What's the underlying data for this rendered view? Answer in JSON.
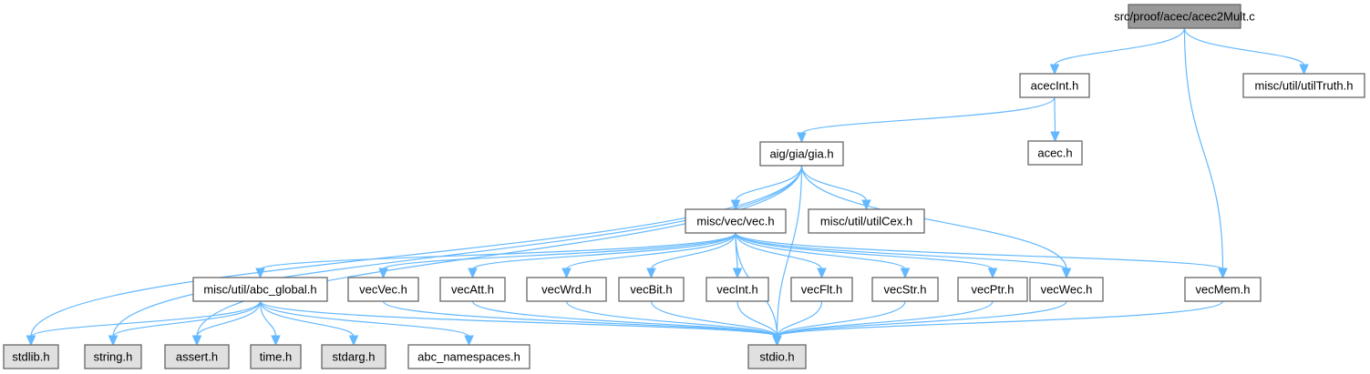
{
  "graph": {
    "type": "include-dependency-graph",
    "colors": {
      "root_fill": "#999999",
      "node_fill": "#ffffff",
      "system_fill": "#e0e0e0",
      "node_stroke": "#666666",
      "edge": "#63b8ff"
    },
    "nodes": [
      {
        "id": "root",
        "label": "src/proof/acec/acec2Mult.c",
        "kind": "root"
      },
      {
        "id": "acecInt",
        "label": "acecInt.h",
        "kind": "local"
      },
      {
        "id": "utilTruth",
        "label": "misc/util/utilTruth.h",
        "kind": "local"
      },
      {
        "id": "acec",
        "label": "acec.h",
        "kind": "local"
      },
      {
        "id": "gia",
        "label": "aig/gia/gia.h",
        "kind": "local"
      },
      {
        "id": "vec",
        "label": "misc/vec/vec.h",
        "kind": "local"
      },
      {
        "id": "utilCex",
        "label": "misc/util/utilCex.h",
        "kind": "local"
      },
      {
        "id": "abc_global",
        "label": "misc/util/abc_global.h",
        "kind": "local"
      },
      {
        "id": "vecVec",
        "label": "vecVec.h",
        "kind": "local"
      },
      {
        "id": "vecAtt",
        "label": "vecAtt.h",
        "kind": "local"
      },
      {
        "id": "vecWrd",
        "label": "vecWrd.h",
        "kind": "local"
      },
      {
        "id": "vecBit",
        "label": "vecBit.h",
        "kind": "local"
      },
      {
        "id": "vecInt",
        "label": "vecInt.h",
        "kind": "local"
      },
      {
        "id": "vecFlt",
        "label": "vecFlt.h",
        "kind": "local"
      },
      {
        "id": "vecStr",
        "label": "vecStr.h",
        "kind": "local"
      },
      {
        "id": "vecPtr",
        "label": "vecPtr.h",
        "kind": "local"
      },
      {
        "id": "vecWec",
        "label": "vecWec.h",
        "kind": "local"
      },
      {
        "id": "vecMem",
        "label": "vecMem.h",
        "kind": "local"
      },
      {
        "id": "stdlib",
        "label": "stdlib.h",
        "kind": "system"
      },
      {
        "id": "string",
        "label": "string.h",
        "kind": "system"
      },
      {
        "id": "assert",
        "label": "assert.h",
        "kind": "system"
      },
      {
        "id": "time",
        "label": "time.h",
        "kind": "system"
      },
      {
        "id": "stdarg",
        "label": "stdarg.h",
        "kind": "system"
      },
      {
        "id": "abc_namespaces",
        "label": "abc_namespaces.h",
        "kind": "local"
      },
      {
        "id": "stdio",
        "label": "stdio.h",
        "kind": "system"
      }
    ],
    "edges": [
      [
        "root",
        "acecInt"
      ],
      [
        "root",
        "utilTruth"
      ],
      [
        "root",
        "vecMem"
      ],
      [
        "acecInt",
        "acec"
      ],
      [
        "acecInt",
        "gia"
      ],
      [
        "gia",
        "vec"
      ],
      [
        "gia",
        "utilCex"
      ],
      [
        "gia",
        "vecWec"
      ],
      [
        "gia",
        "stdlib"
      ],
      [
        "gia",
        "string"
      ],
      [
        "gia",
        "assert"
      ],
      [
        "gia",
        "stdio"
      ],
      [
        "vec",
        "abc_global"
      ],
      [
        "vec",
        "vecVec"
      ],
      [
        "vec",
        "vecAtt"
      ],
      [
        "vec",
        "vecWrd"
      ],
      [
        "vec",
        "vecBit"
      ],
      [
        "vec",
        "vecInt"
      ],
      [
        "vec",
        "vecFlt"
      ],
      [
        "vec",
        "vecStr"
      ],
      [
        "vec",
        "vecPtr"
      ],
      [
        "vec",
        "vecWec"
      ],
      [
        "vec",
        "vecMem"
      ],
      [
        "vec",
        "stdio"
      ],
      [
        "abc_global",
        "stdlib"
      ],
      [
        "abc_global",
        "string"
      ],
      [
        "abc_global",
        "assert"
      ],
      [
        "abc_global",
        "time"
      ],
      [
        "abc_global",
        "stdarg"
      ],
      [
        "abc_global",
        "abc_namespaces"
      ],
      [
        "abc_global",
        "stdio"
      ],
      [
        "vecVec",
        "stdio"
      ],
      [
        "vecAtt",
        "stdio"
      ],
      [
        "vecWrd",
        "stdio"
      ],
      [
        "vecBit",
        "stdio"
      ],
      [
        "vecInt",
        "stdio"
      ],
      [
        "vecFlt",
        "stdio"
      ],
      [
        "vecStr",
        "stdio"
      ],
      [
        "vecPtr",
        "stdio"
      ],
      [
        "vecWec",
        "stdio"
      ],
      [
        "vecMem",
        "stdio"
      ]
    ]
  }
}
